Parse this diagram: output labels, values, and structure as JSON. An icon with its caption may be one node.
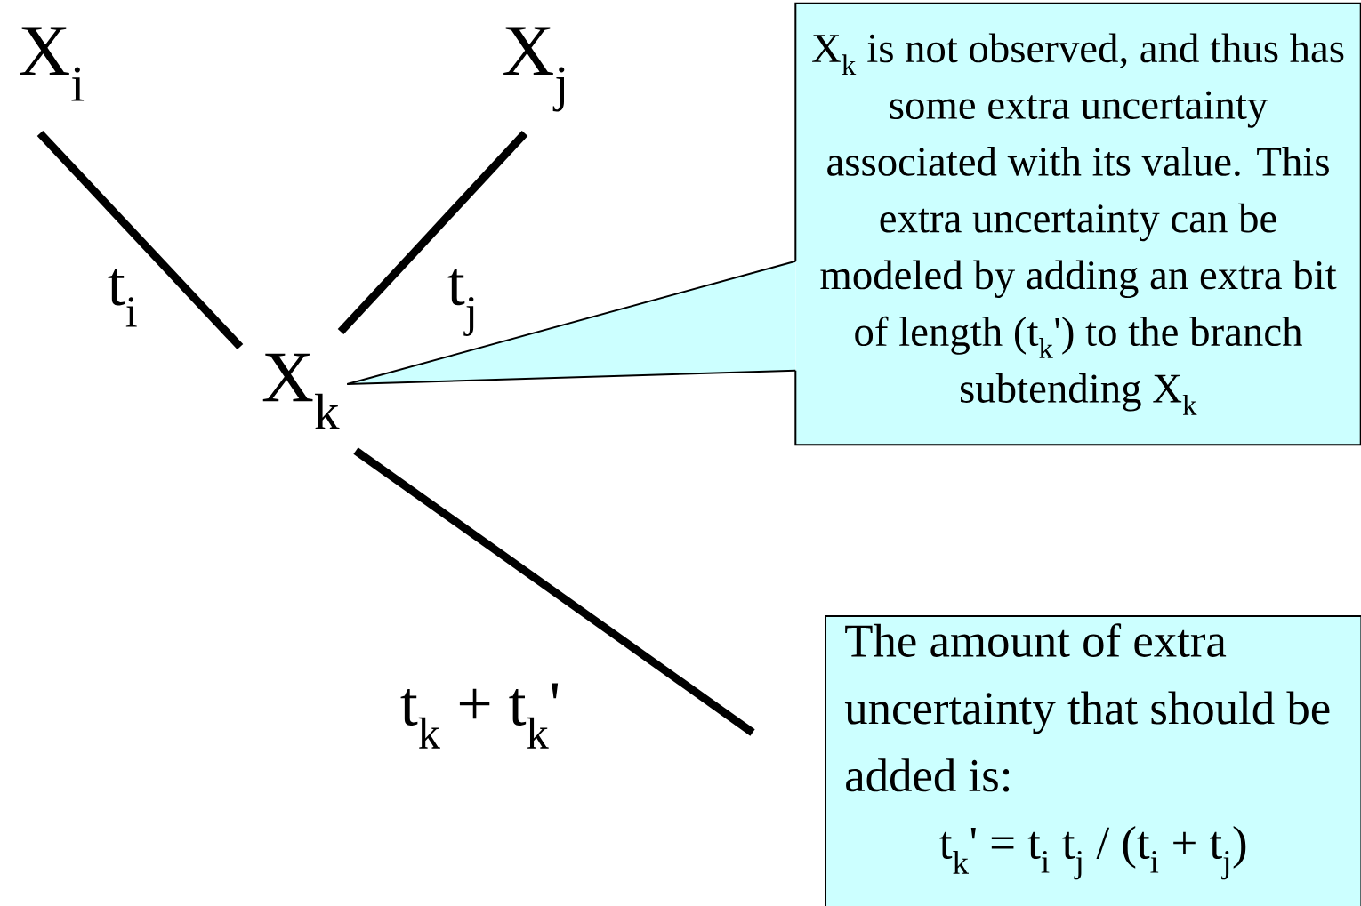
{
  "diagram": {
    "nodes": [
      {
        "text": [
          "X$_{i}$"
        ]
      },
      {
        "text": [
          "X$_{j}$"
        ]
      },
      {
        "text": [
          "X$_{k}$"
        ]
      },
      {
        "text": [
          "X$_{k}$ is not observed, and thus has some extra uncertainty associated with its value. This extra uncertainty can be modeled by adding an extra bit of length (t$_{k}$') to the branch subtending X$_{k}$"
        ]
      },
      {
        "text": [
          "The amount of extra uncertainty that should be added is:",
          "t$_{k}$' = t$_{i}$ t$_{j}$ / (t$_{i}$ + t$_{j}$)"
        ]
      }
    ],
    "edges": [
      {
        "from": 0,
        "to": 2,
        "arrow": "none",
        "label": "t$_{i}$"
      },
      {
        "from": 1,
        "to": 2,
        "arrow": "none",
        "label": "t$_{j}$"
      },
      {
        "from": 2,
        "to": null,
        "arrow": "none",
        "label": "t$_{k}$ + t$_{k}$'"
      },
      {
        "from": 3,
        "to": 2,
        "arrow": "none"
      }
    ]
  }
}
